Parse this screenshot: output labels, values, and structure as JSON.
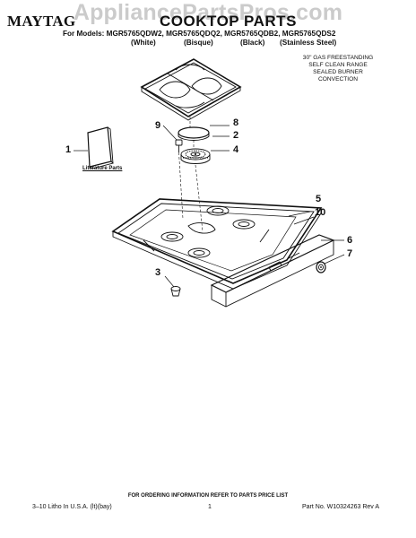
{
  "header": {
    "brand": "MAYTAG",
    "title": "COOKTOP PARTS",
    "models_line": "For Models: MGR5765QDW2, MGR5765QDQ2, MGR5765QDB2, MGR5765QDS2",
    "finishes": [
      "(White)",
      "(Bisque)",
      "(Black)",
      "(Stainless Steel)"
    ]
  },
  "watermark": "AppliancePartsPros.com",
  "description": [
    "30\" GAS FREESTANDING",
    "SELF CLEAN RANGE",
    "SEALED BURNER",
    "CONVECTION"
  ],
  "literature_label": "Literature Parts",
  "callouts": [
    "1",
    "2",
    "3",
    "4",
    "5",
    "6",
    "7",
    "8",
    "9",
    "10"
  ],
  "footer": {
    "ordering_note": "FOR ORDERING INFORMATION REFER TO PARTS PRICE LIST",
    "litho": "3–10 Litho In U.S.A. (lt)(bay)",
    "page": "1",
    "part_no": "Part No. W10324263 Rev A"
  }
}
